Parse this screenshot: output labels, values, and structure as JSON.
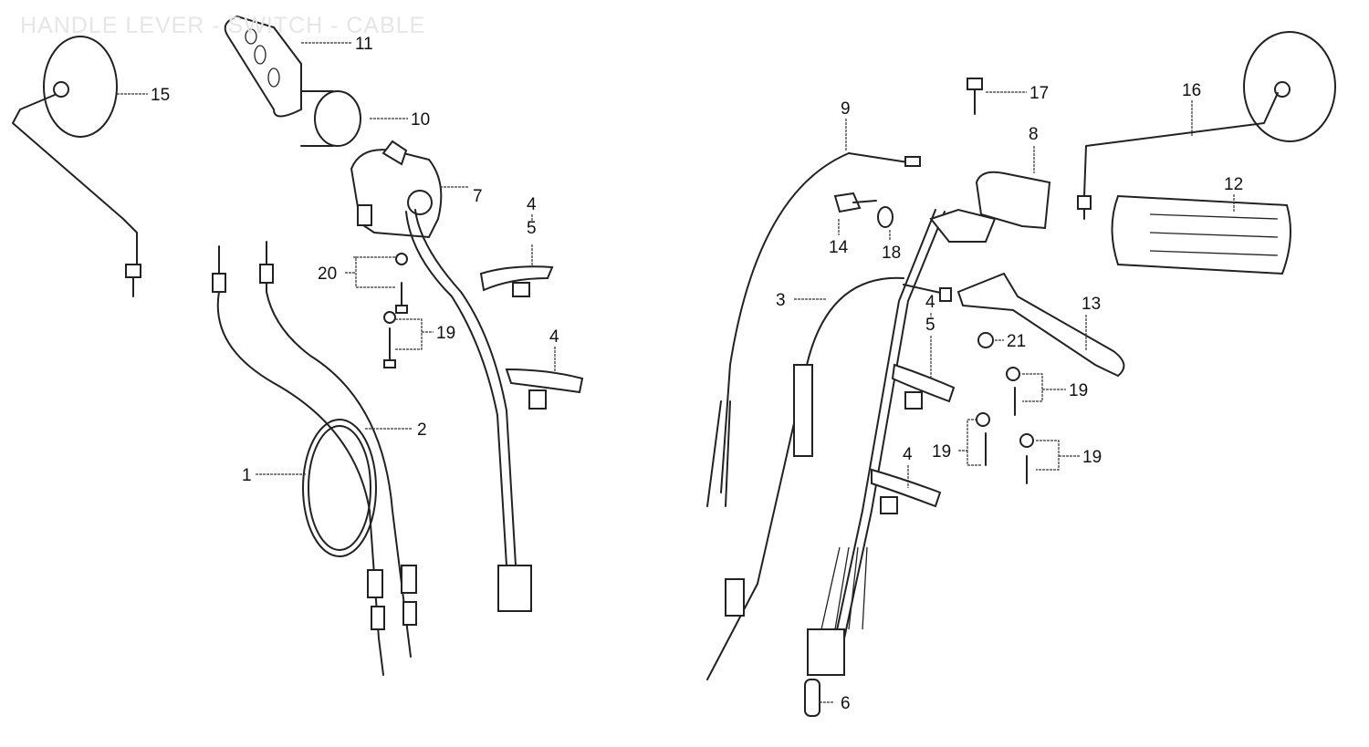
{
  "title": "HANDLE LEVER - SWITCH - CABLE",
  "callouts": {
    "c1": "1",
    "c2": "2",
    "c3": "3",
    "c4a": "4",
    "c4b": "4",
    "c4c": "4",
    "c4d": "4",
    "c5a": "5",
    "c5b": "5",
    "c6": "6",
    "c7": "7",
    "c8": "8",
    "c9": "9",
    "c10": "10",
    "c11": "11",
    "c12": "12",
    "c13": "13",
    "c14": "14",
    "c15": "15",
    "c16": "16",
    "c17": "17",
    "c18": "18",
    "c19a": "19",
    "c19b": "19",
    "c19c": "19",
    "c19d": "19",
    "c20": "20",
    "c21": "21"
  }
}
